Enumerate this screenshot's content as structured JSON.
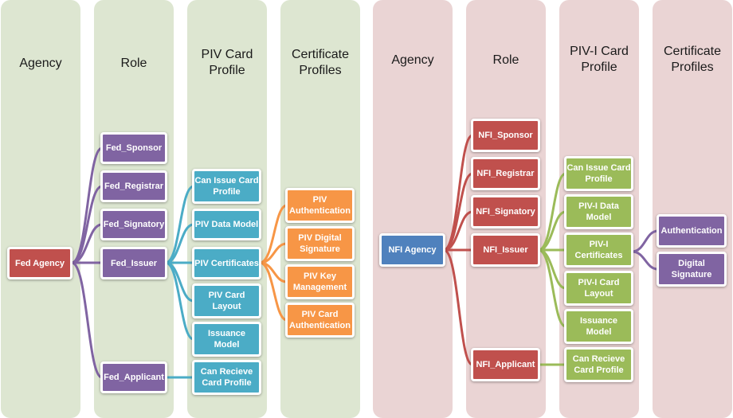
{
  "colors": {
    "fed_agency": "#c0504d",
    "fed_role": "#8064a2",
    "piv_profile": "#4bacc6",
    "cert_profile": "#f79646",
    "nfi_agency": "#4f81bd",
    "nfi_role": "#c0504d",
    "pivi_profile": "#9bbb59",
    "nfi_cert": "#8064a2",
    "green_column": "#dde6d1",
    "pink_column": "#ead4d4"
  },
  "fed": {
    "headers": {
      "agency": "Agency",
      "role": "Role",
      "card_profile": "PIV Card\nProfile",
      "cert_profiles": "Certificate\nProfiles"
    },
    "agency": "Fed Agency",
    "roles": {
      "sponsor": "Fed_Sponsor",
      "registrar": "Fed_Registrar",
      "signatory": "Fed_Signatory",
      "issuer": "Fed_Issuer",
      "applicant": "Fed_Applicant"
    },
    "card_profiles": {
      "can_issue": "Can Issue Card\nProfile",
      "data_model": "PIV Data Model",
      "certificates": "PIV Certificates",
      "card_layout": "PIV Card\nLayout",
      "issuance_model": "Issuance\nModel",
      "can_receive": "Can Recieve\nCard Profile"
    },
    "cert_profiles": {
      "authentication": "PIV\nAuthentication",
      "digital_signature": "PIV Digital\nSignature",
      "key_management": "PIV Key\nManagement",
      "card_authentication": "PIV Card\nAuthentication"
    }
  },
  "nfi": {
    "headers": {
      "agency": "Agency",
      "role": "Role",
      "card_profile": "PIV-I Card\nProfile",
      "cert_profiles": "Certificate\nProfiles"
    },
    "agency": "NFI Agency",
    "roles": {
      "sponsor": "NFI_Sponsor",
      "registrar": "NFI_Registrar",
      "signatory": "NFI_Signatory",
      "issuer": "NFI_Issuer",
      "applicant": "NFI_Applicant"
    },
    "card_profiles": {
      "can_issue": "Can Issue Card\nProfile",
      "data_model": "PIV-I Data\nModel",
      "certificates": "PIV-I\nCertificates",
      "card_layout": "PIV-I Card\nLayout",
      "issuance_model": "Issuance\nModel",
      "can_receive": "Can Recieve\nCard Profile"
    },
    "cert_profiles": {
      "authentication": "Authentication",
      "digital_signature": "Digital\nSignature"
    }
  }
}
